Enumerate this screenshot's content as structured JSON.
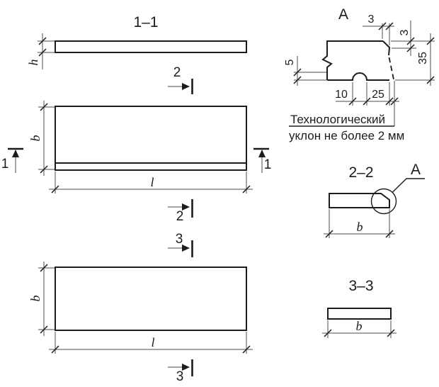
{
  "drawing": {
    "colors": {
      "line": "#1c1c1c",
      "background": "#ffffff"
    },
    "markers": {
      "m1": "1",
      "m2": "2",
      "m3": "3"
    },
    "views": {
      "section11": {
        "title": "1–1",
        "thickness_label": "h"
      },
      "planTop": {
        "width_label": "b",
        "length_label": "l"
      },
      "planBottom": {
        "width_label": "b",
        "length_label": "l"
      },
      "detailA": {
        "title": "А",
        "chamfer_width": "3",
        "chamfer_height": "3",
        "total_thickness": "35",
        "groove_depth": "5",
        "groove_width": "10",
        "groove_to_edge": "25",
        "note_line1": "Технологический",
        "note_line2": "уклон не более 2 мм"
      },
      "section22": {
        "title": "2–2",
        "width_label": "b",
        "callout": "А"
      },
      "section33": {
        "title": "3–3",
        "width_label": "b"
      }
    }
  }
}
